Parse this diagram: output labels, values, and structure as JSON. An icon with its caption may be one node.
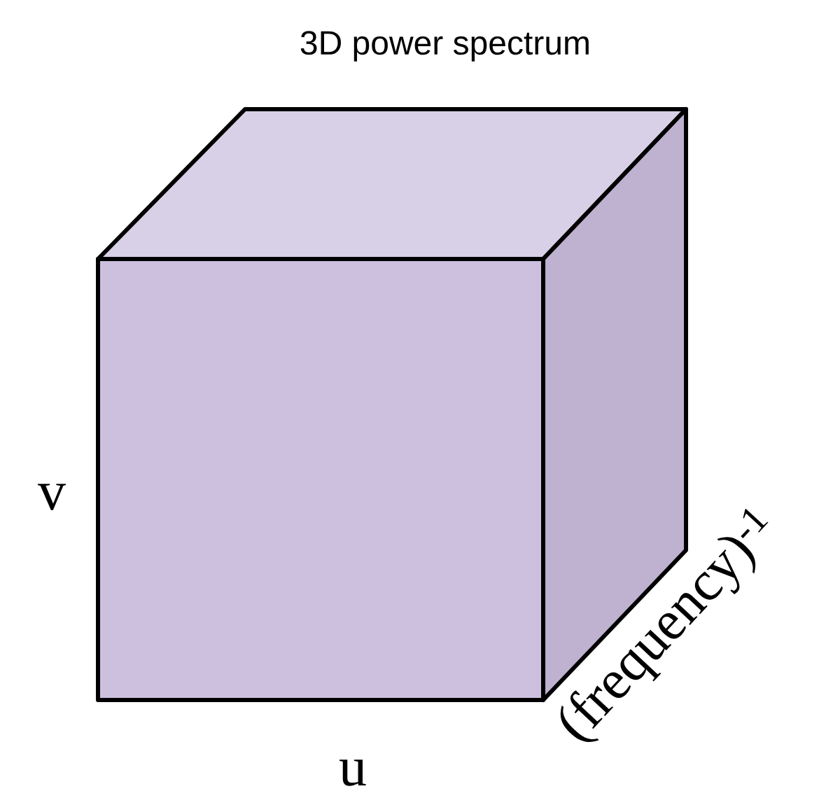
{
  "diagram": {
    "title": "3D power spectrum",
    "labels": [
      "v",
      "u",
      "(frequency)$^{-1}$"
    ]
  }
}
